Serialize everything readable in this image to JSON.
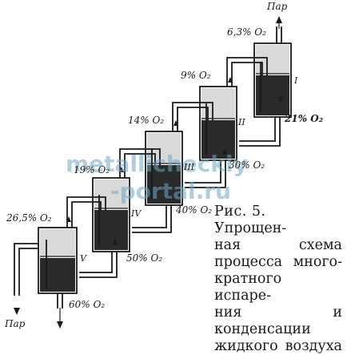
{
  "watermark": [
    "metallicheckiy",
    "-portal.ru"
  ],
  "labels": {
    "steam_top": "Пар",
    "steam_bottom": "Пар",
    "vessels": [
      {
        "roman": "I",
        "vapor_o2": "6,3% O₂",
        "liquid_o2": "21% O₂"
      },
      {
        "roman": "II",
        "vapor_o2": "9% O₂",
        "liquid_o2": "30% O₂"
      },
      {
        "roman": "III",
        "vapor_o2": "14% O₂",
        "liquid_o2": "40% O₂"
      },
      {
        "roman": "IV",
        "vapor_o2": "19% O₂",
        "liquid_o2": "50% O₂"
      },
      {
        "roman": "V",
        "vapor_o2": "26,5% O₂",
        "liquid_o2": "60% O₂"
      }
    ]
  },
  "caption": {
    "title": "Рис.  5.",
    "lines": [
      "Упрощен-",
      "ная схема",
      "процесса  много-",
      "кратного  испаре-",
      "ния и конденсации",
      "жидкого воздуха"
    ]
  }
}
